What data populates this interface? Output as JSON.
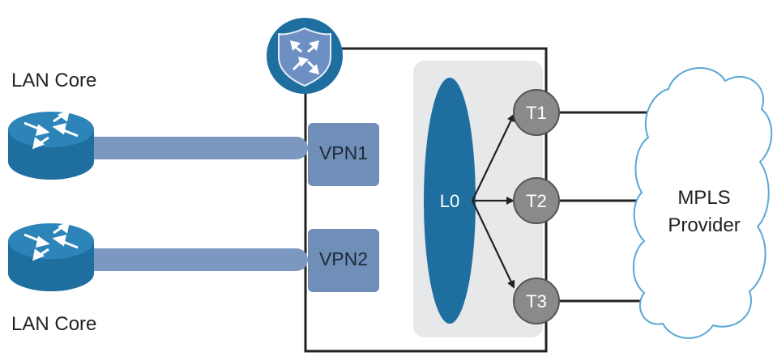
{
  "labels": {
    "lan_core_top": "LAN Core",
    "lan_core_bottom": "LAN Core",
    "vpn1": "VPN1",
    "vpn2": "VPN2",
    "loopback": "L0",
    "t1": "T1",
    "t2": "T2",
    "t3": "T3",
    "cloud_line1": "MPLS",
    "cloud_line2": "Provider"
  },
  "icons": {
    "router_top": "router-icon",
    "router_bottom": "router-icon",
    "firewall": "security-shield-icon",
    "cloud": "cloud-icon"
  },
  "colors": {
    "cisco_blue": "#1f6ea0",
    "vpn_box": "#6f8fb8",
    "link_bar": "#7d98c0",
    "tloc_gray": "#8a8a8a",
    "zone_gray": "#e6e8ea",
    "cloud_stroke": "#5aa7d6"
  }
}
